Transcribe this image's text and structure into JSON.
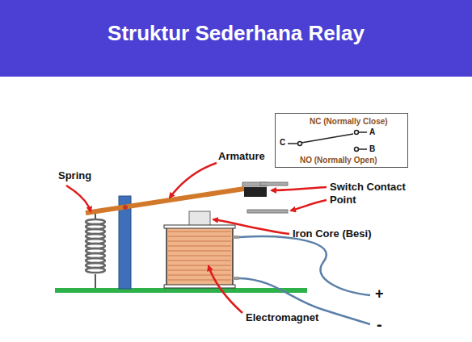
{
  "diagram": {
    "title": "Struktur Sederhana Relay",
    "nodes": [
      {
        "text": [
          "NC (Normally Close)",
          "C",
          "A",
          "B",
          "NO (Normally Open)"
        ]
      }
    ],
    "labels": [
      "Spring",
      "Armature",
      "Switch Contact Point",
      "Iron Core (Besi)",
      "Electromagnet",
      "+",
      "-"
    ]
  }
}
